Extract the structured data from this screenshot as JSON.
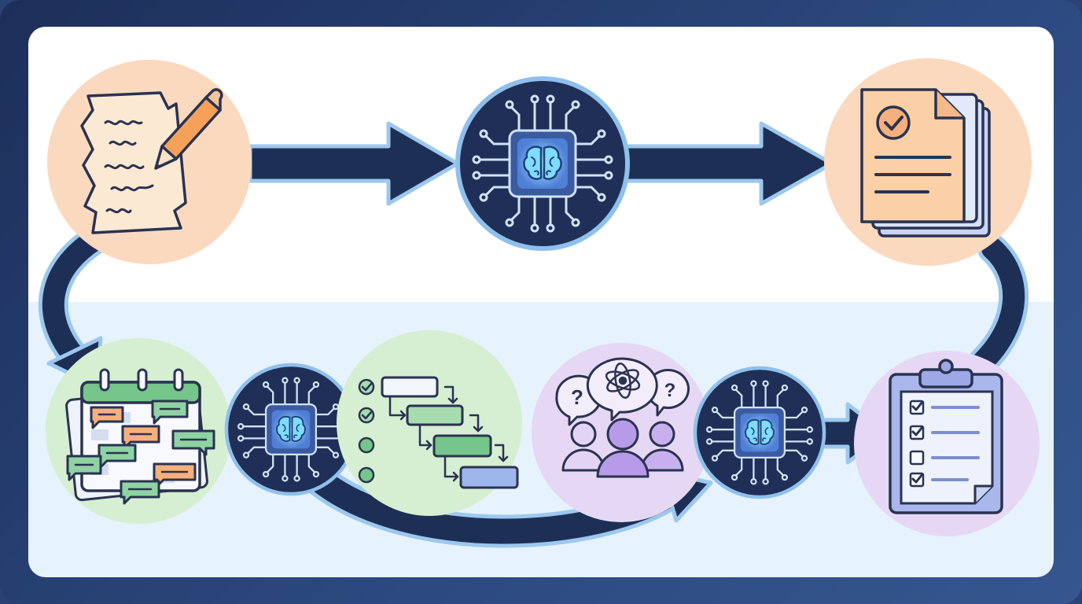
{
  "colors": {
    "frame": "#243b6b",
    "panel_top": "#ffffff",
    "panel_bottom": "#e6f2fc",
    "arrow": "#1e2f56",
    "arrow_outline": "#9cc8ee",
    "ai_node": "#1f2f57",
    "ai_chip": "#5b8fe0",
    "ai_glow": "#6fe3ff",
    "peach": "#fbd9bf",
    "green": "#d6eed2",
    "purple": "#e6d8f4"
  },
  "nodes": [
    {
      "id": "messy-notes",
      "icon": "handwritten-notes-icon",
      "color": "peach"
    },
    {
      "id": "ai-processor-top",
      "icon": "ai-brain-chip-icon",
      "color": "ai"
    },
    {
      "id": "organized-documents",
      "icon": "checked-document-stack-icon",
      "color": "peach"
    },
    {
      "id": "calendar-chat",
      "icon": "calendar-messages-icon",
      "color": "green"
    },
    {
      "id": "ai-processor-left",
      "icon": "ai-brain-chip-icon",
      "color": "ai"
    },
    {
      "id": "task-flow",
      "icon": "task-flow-checklist-icon",
      "color": "green"
    },
    {
      "id": "team-discussion",
      "icon": "team-questions-icon",
      "color": "purple"
    },
    {
      "id": "ai-processor-right",
      "icon": "ai-brain-chip-icon",
      "color": "ai"
    },
    {
      "id": "checklist",
      "icon": "clipboard-checklist-icon",
      "color": "purple"
    }
  ],
  "task_flow": {
    "steps": 4,
    "completed": 2
  },
  "checklist": {
    "items": 4,
    "checked": [
      true,
      true,
      false,
      true
    ]
  }
}
